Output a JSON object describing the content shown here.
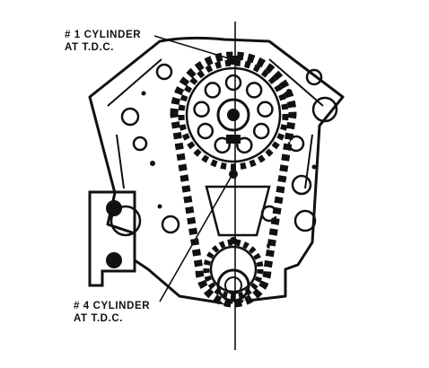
{
  "labels": {
    "cylinder1": {
      "line1": "# 1 CYLINDER",
      "line2": "AT T.D.C."
    },
    "cylinder4": {
      "line1": "# 4 CYLINDER",
      "line2": "AT T.D.C."
    }
  },
  "colors": {
    "ink": "#111111",
    "paper": "#ffffff"
  }
}
